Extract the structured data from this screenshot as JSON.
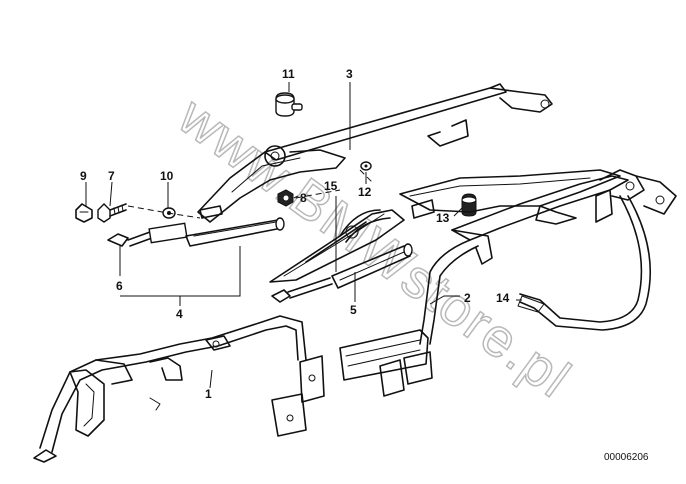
{
  "watermark": "www.BMWstore.pl",
  "diagram_id": "00006206",
  "callouts": {
    "c1": "1",
    "c2": "2",
    "c3": "3",
    "c4": "4",
    "c5": "5",
    "c6": "6",
    "c7": "7",
    "c8": "8",
    "c9": "9",
    "c10": "10",
    "c11": "11",
    "c12": "12",
    "c13": "13",
    "c14": "14",
    "c15": "15"
  }
}
